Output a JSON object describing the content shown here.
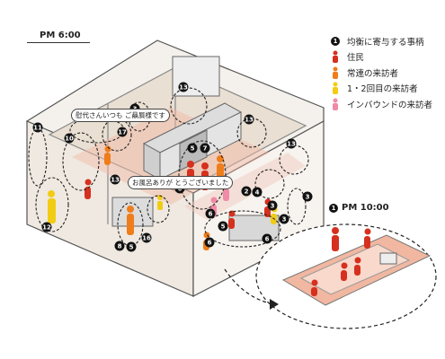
{
  "time_main": "PM 6:00",
  "time_night": "PM 10:00",
  "night_marker": "1",
  "legend": [
    {
      "marker": "1",
      "label": "均衡に寄与する事柄",
      "kind": "marker"
    },
    {
      "label": "住民",
      "color": "#d6301e",
      "kind": "person"
    },
    {
      "label": "常連の来訪者",
      "color": "#ef7d1a",
      "kind": "person"
    },
    {
      "label": "1・2回目の来訪者",
      "color": "#f2cc14",
      "kind": "person"
    },
    {
      "label": "インバウンドの来訪者",
      "color": "#f08aa6",
      "kind": "person"
    }
  ],
  "bubbles": {
    "b1": "慰代さんいつも ご贔屓様です",
    "b2": "お風呂ありが とうございました"
  },
  "markers": [
    "11",
    "10",
    "12",
    "17",
    "3",
    "5",
    "13",
    "7",
    "5",
    "6",
    "13",
    "13",
    "6",
    "4",
    "2",
    "3",
    "3",
    "6",
    "5",
    "6",
    "3",
    "8",
    "5",
    "16",
    "13"
  ]
}
